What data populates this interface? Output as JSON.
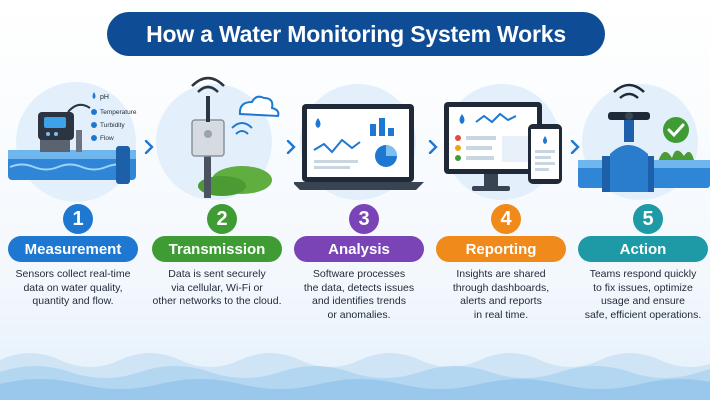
{
  "title": "How a Water Monitoring System Works",
  "colors": {
    "title_bg": "#0f4c96",
    "measurement": "#1e78d2",
    "transmission": "#3f9c35",
    "analysis": "#7a43b6",
    "reporting": "#f08a1a",
    "action": "#1e9aa6"
  },
  "steps": [
    {
      "number": "1",
      "label": "Measurement",
      "desc": [
        "Sensors collect real-time",
        "data on water quality,",
        "quantity and flow."
      ],
      "icon": "water-pipe-sensor-icon",
      "sensor_labels": [
        "pH",
        "Temperature",
        "Turbidity",
        "Flow"
      ]
    },
    {
      "number": "2",
      "label": "Transmission",
      "desc": [
        "Data is sent securely",
        "via cellular, Wi-Fi or",
        "other networks to the cloud."
      ],
      "icon": "transmitter-cloud-icon"
    },
    {
      "number": "3",
      "label": "Analysis",
      "desc": [
        "Software processes",
        "the data, detects issues",
        "and identifies trends",
        "or anomalies."
      ],
      "icon": "laptop-analytics-icon"
    },
    {
      "number": "4",
      "label": "Reporting",
      "desc": [
        "Insights are shared",
        "through dashboards,",
        "alerts and reports",
        "in real time."
      ],
      "icon": "monitor-phone-dashboard-icon"
    },
    {
      "number": "5",
      "label": "Action",
      "desc": [
        "Teams respond quickly",
        "to fix issues, optimize",
        "usage and ensure",
        "safe, efficient operations."
      ],
      "icon": "valve-check-icon"
    }
  ]
}
